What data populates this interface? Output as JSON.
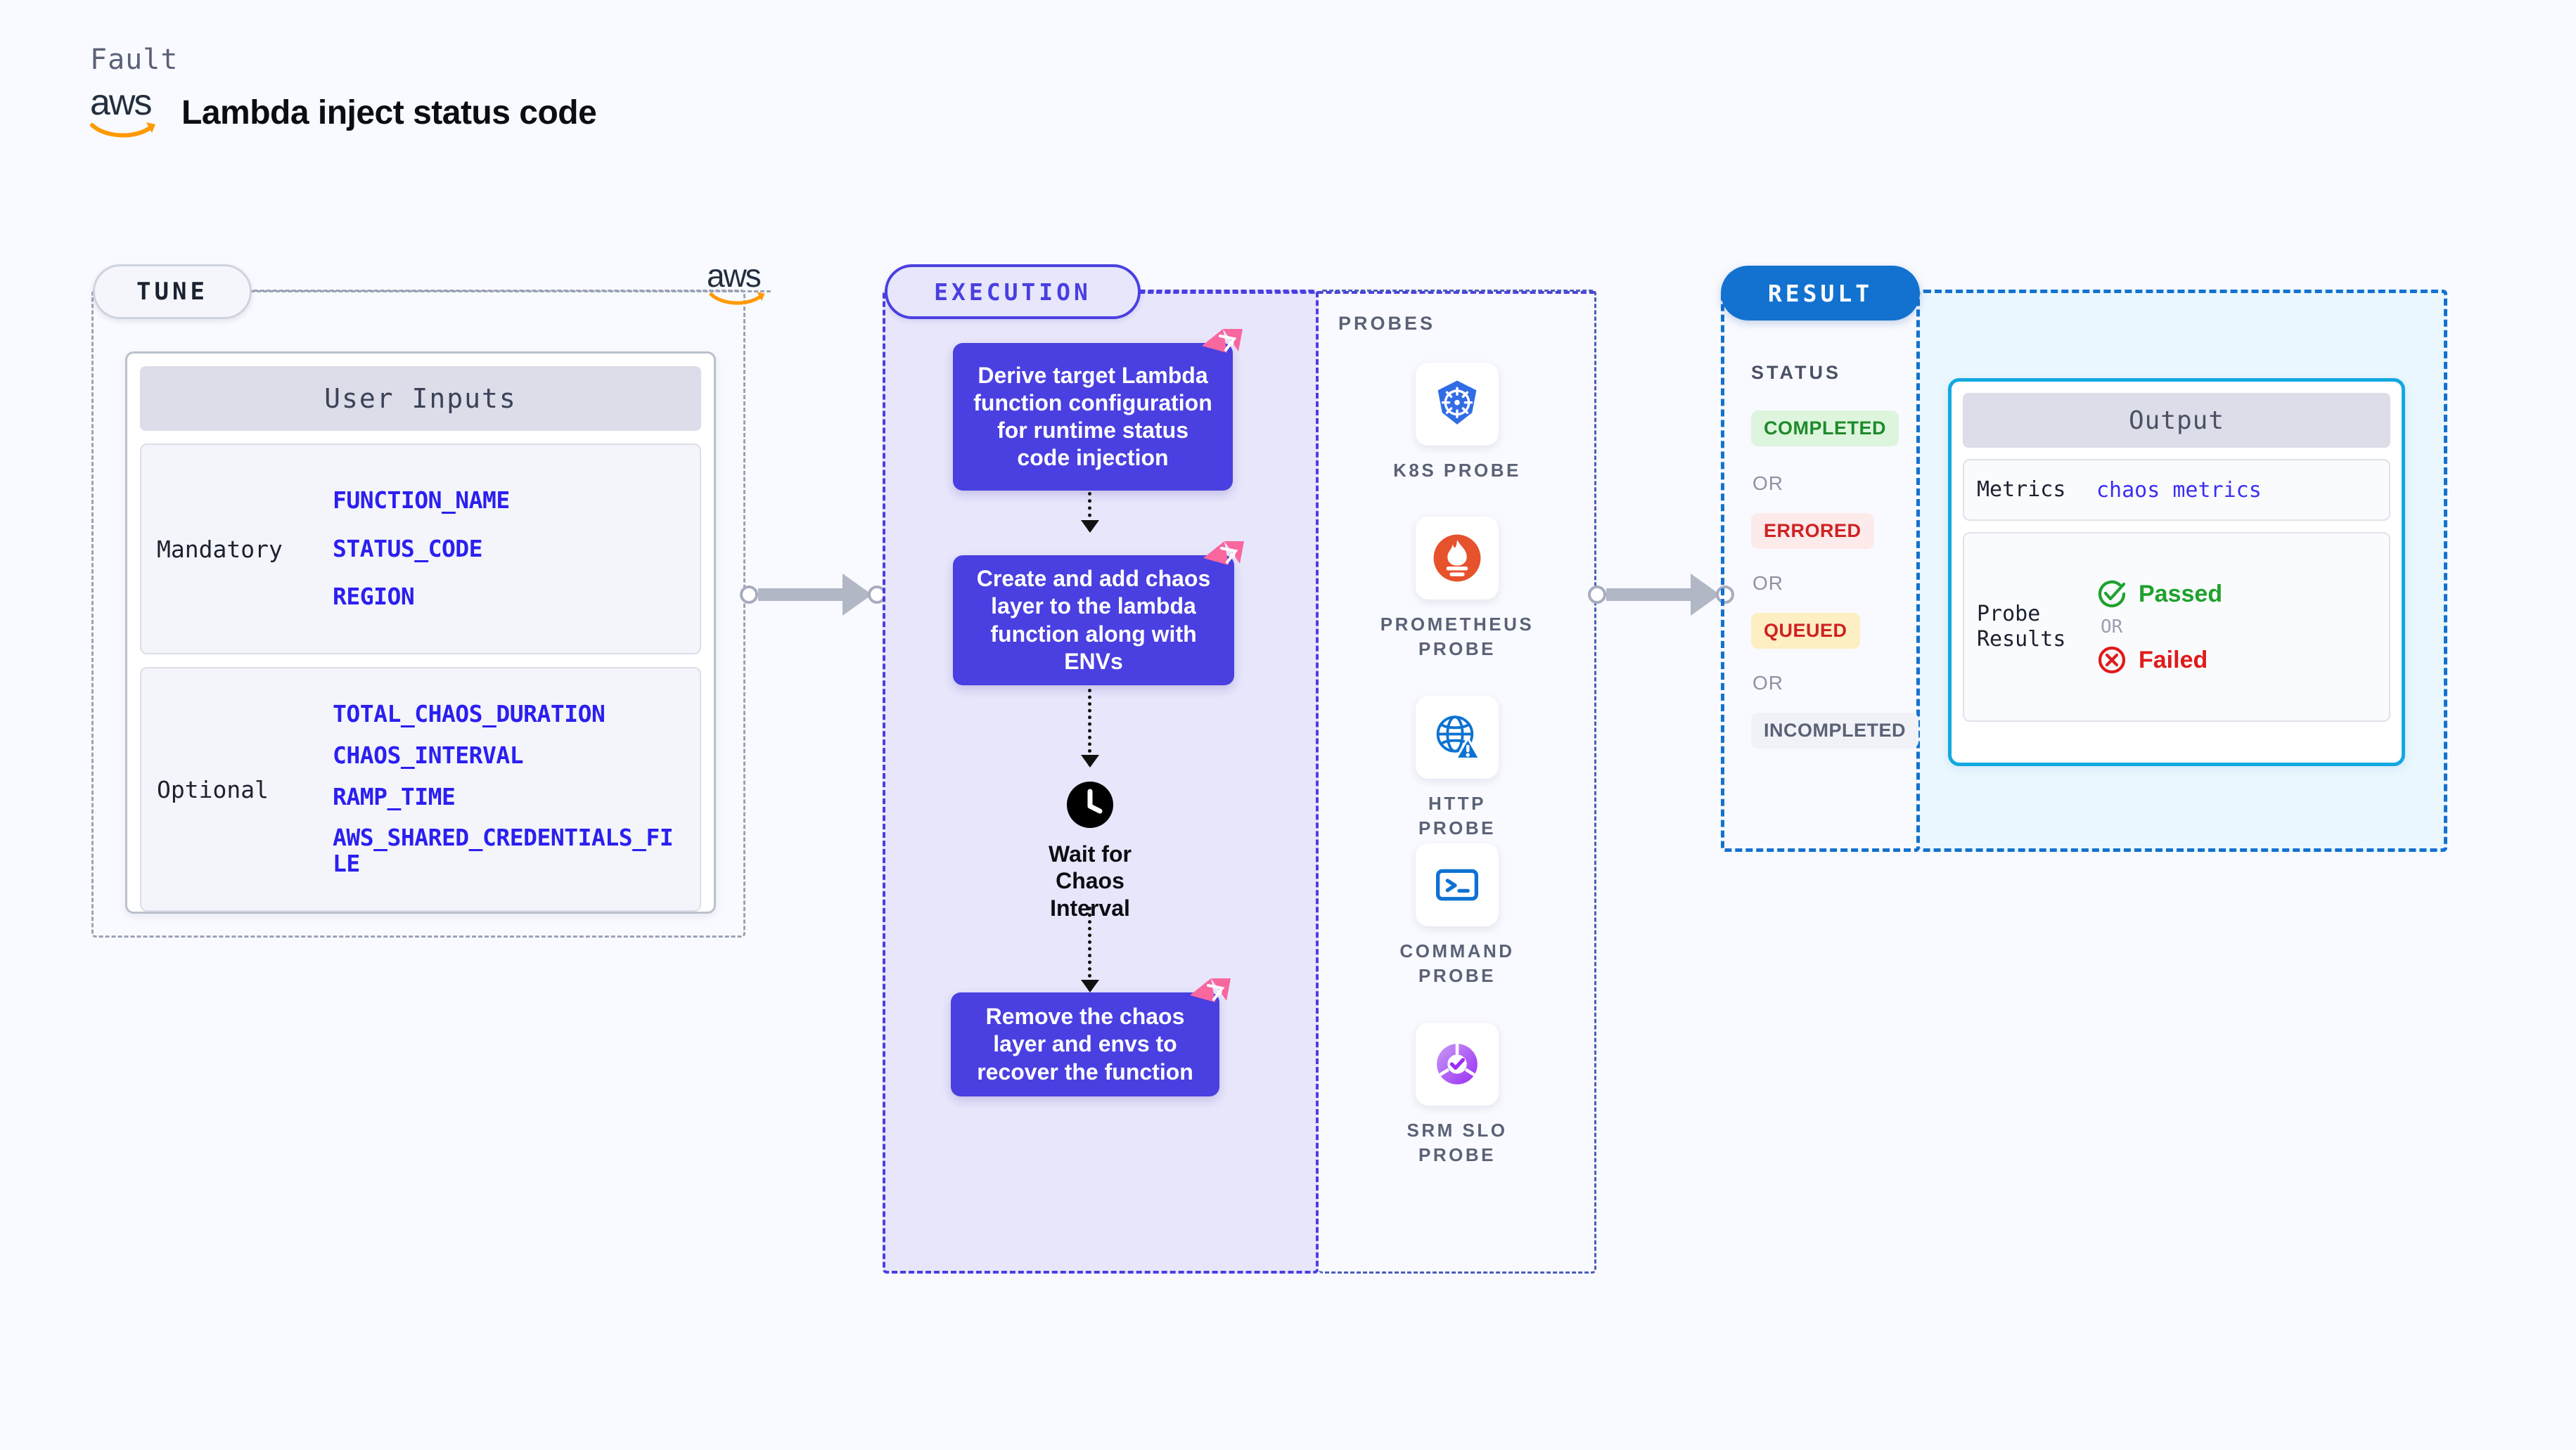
{
  "header": {
    "kicker": "Fault",
    "logo_text": "aws",
    "title": "Lambda inject status code"
  },
  "tune": {
    "pill_label": "TUNE",
    "logo_text": "aws",
    "card_title": "User Inputs",
    "groups": [
      {
        "label": "Mandatory",
        "values": [
          "FUNCTION_NAME",
          "STATUS_CODE",
          "REGION"
        ]
      },
      {
        "label": "Optional",
        "values": [
          "TOTAL_CHAOS_DURATION",
          "CHAOS_INTERVAL",
          "RAMP_TIME",
          "AWS_SHARED_CREDENTIALS_FILE"
        ]
      }
    ]
  },
  "execution": {
    "pill_label": "EXECUTION",
    "steps": [
      "Derive target Lambda function configuration for runtime status code injection",
      "Create and add chaos layer to the lambda function along with ENVs"
    ],
    "wait_label": "Wait for Chaos Interval",
    "final_step": "Remove the chaos layer and envs to recover the function"
  },
  "probes": {
    "title": "PROBES",
    "items": [
      {
        "label": "K8S PROBE",
        "icon": "kubernetes-icon"
      },
      {
        "label": "PROMETHEUS PROBE",
        "icon": "prometheus-icon"
      },
      {
        "label": "HTTP PROBE",
        "icon": "http-globe-icon"
      },
      {
        "label": "COMMAND PROBE",
        "icon": "terminal-icon"
      },
      {
        "label": "SRM SLO PROBE",
        "icon": "srm-slo-icon"
      }
    ]
  },
  "result": {
    "pill_label": "RESULT",
    "status_title": "STATUS",
    "or_label": "OR",
    "statuses": [
      {
        "label": "COMPLETED",
        "bg": "#ddf5dd",
        "fg": "#1f8a2c"
      },
      {
        "label": "ERRORED",
        "bg": "#fdeaea",
        "fg": "#cf2222"
      },
      {
        "label": "QUEUED",
        "bg": "#fdeec3",
        "fg": "#cf2222"
      },
      {
        "label": "INCOMPLETED",
        "bg": "#f1f2f7",
        "fg": "#5b6277"
      }
    ]
  },
  "output": {
    "title": "Output",
    "metrics_key": "Metrics",
    "metrics_value": "chaos metrics",
    "probe_key": "Probe Results",
    "passed_label": "Passed",
    "or_label": "OR",
    "failed_label": "Failed"
  },
  "colors": {
    "background": "#f9faff",
    "execution_accent": "#4a3fe0",
    "result_accent": "#1372cf",
    "output_accent": "#12a8e0",
    "tune_accent": "#9ba3b4",
    "param_value": "#2b1ff0",
    "chaos_badge": "#f9679f",
    "aws_orange": "#ff9900",
    "aws_dark": "#232f3e",
    "connector": "#b2b7c6"
  }
}
